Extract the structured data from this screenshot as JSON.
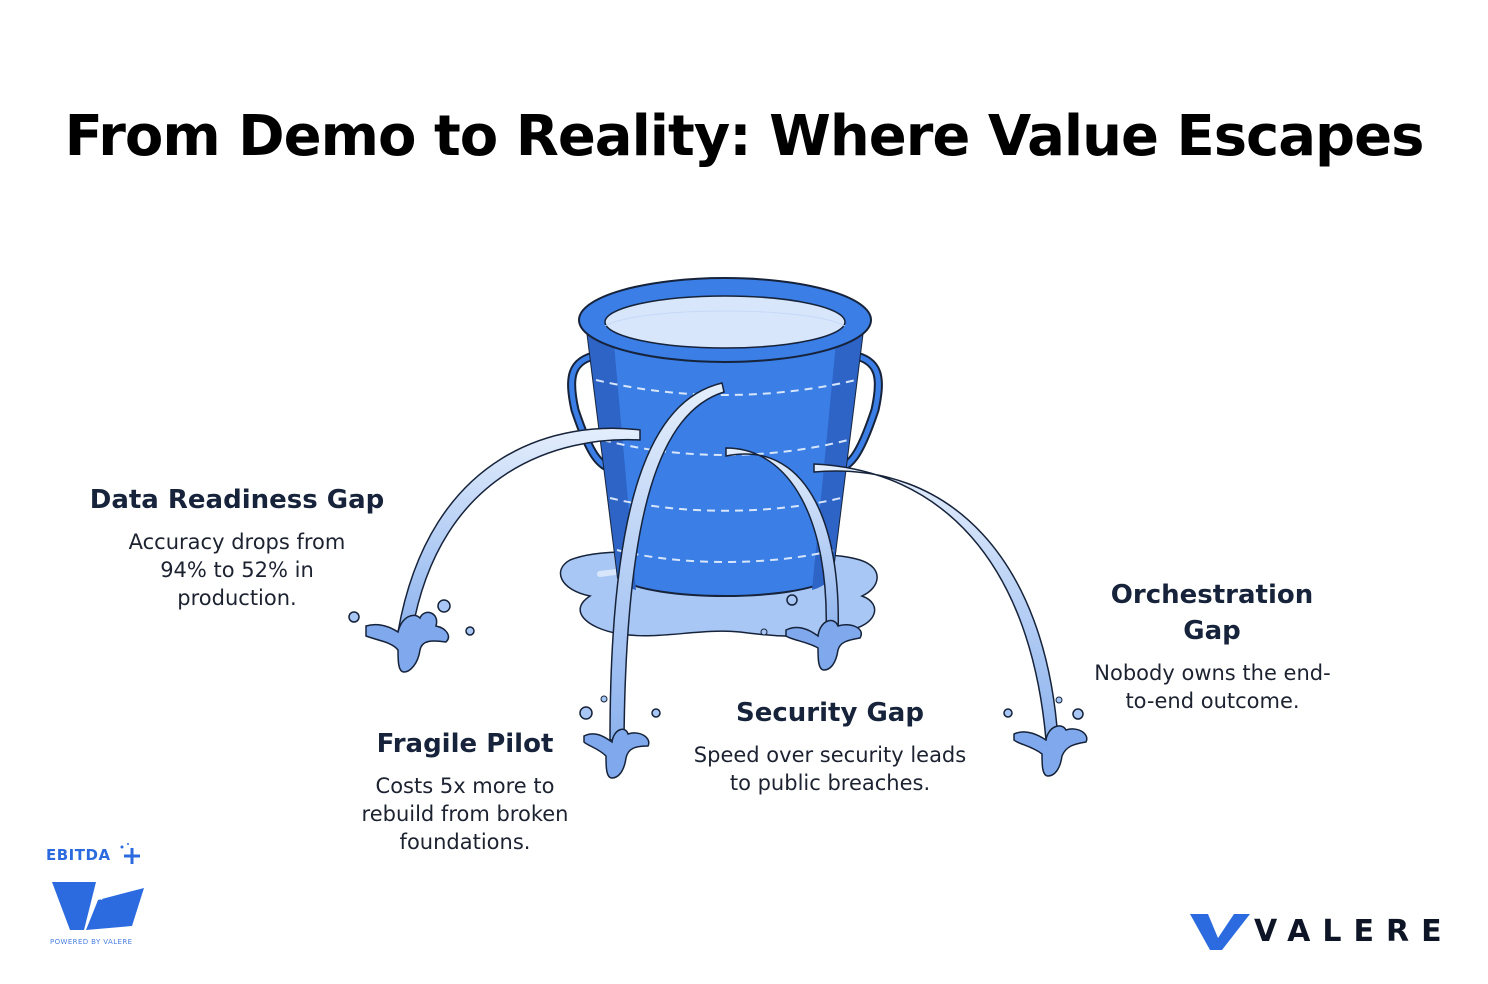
{
  "title": "From Demo to Reality: Where Value Escapes",
  "colors": {
    "bucket": "#3a7ee6",
    "bucket_dark": "#2d64c6",
    "water": "#a9c7f5",
    "water_light": "#d7e6fb",
    "text": "#16233a"
  },
  "labels": {
    "data_readiness": {
      "heading": "Data Readiness Gap",
      "body": "Accuracy drops from 94% to 52% in production."
    },
    "fragile_pilot": {
      "heading": "Fragile Pilot",
      "body": "Costs 5x more to rebuild from broken foundations."
    },
    "security": {
      "heading": "Security Gap",
      "body": "Speed over security leads to public breaches."
    },
    "orchestration": {
      "heading": "Orchestration Gap",
      "body": "Nobody owns the end-to-end outcome."
    }
  },
  "logos": {
    "ebitda": {
      "word": "EBITDA",
      "powered": "POWERED BY VALERE"
    },
    "valere": {
      "word": "VALERE"
    }
  }
}
